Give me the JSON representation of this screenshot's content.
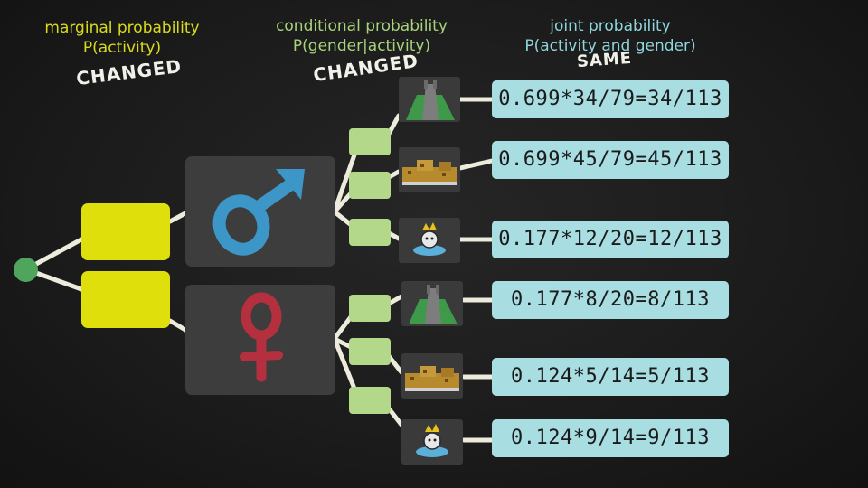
{
  "headers": {
    "marginal": {
      "title": "marginal probability",
      "formula": "P(activity)",
      "status": "CHANGED"
    },
    "conditional": {
      "title": "conditional probability",
      "formula": "P(gender|activity)",
      "status": "CHANGED"
    },
    "joint": {
      "title": "joint probability",
      "formula": "P(activity and gender)",
      "status": "SAME"
    }
  },
  "genders": [
    "male-symbol-icon",
    "female-symbol-icon"
  ],
  "activities": [
    "road-icon",
    "city-icon",
    "swimmer-icon",
    "road-icon",
    "city-icon",
    "swimmer-icon"
  ],
  "joint": [
    "0.699*34/79=34/113",
    "0.699*45/79=45/113",
    "0.177*12/20=12/113",
    "0.177*8/20=8/113",
    "0.124*5/14=5/113",
    "0.124*9/14=9/113"
  ],
  "colors": {
    "marginal": "#dfe00b",
    "conditional": "#b3d88a",
    "joint": "#a8dde2",
    "male": "#3d96c8",
    "female": "#b5303e",
    "branch": "#ecebdc",
    "root": "#4fa55b"
  }
}
